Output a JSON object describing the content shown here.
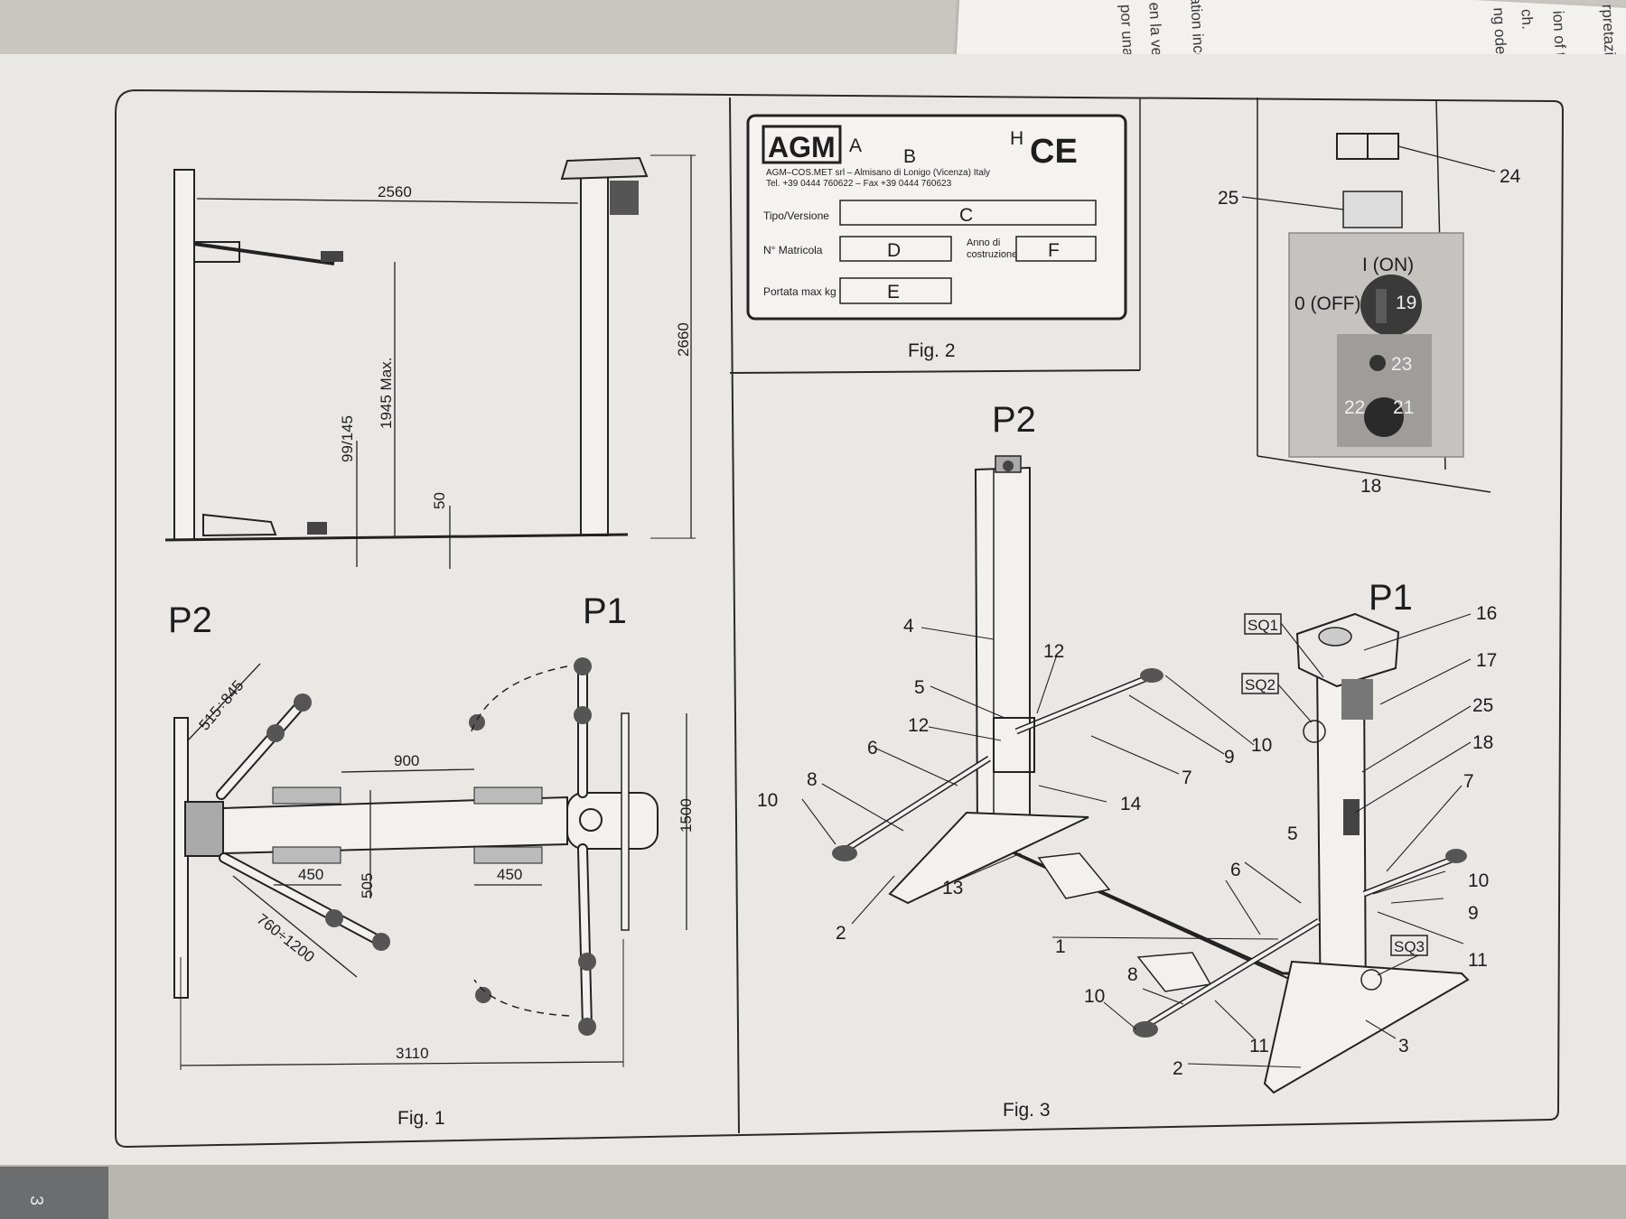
{
  "prev_page_lines": [
    "rpretazione del",
    "ion of the transl",
    "ch.",
    "ng oder falsche",
    "tation incorre",
    "en la version",
    "ó por una interp"
  ],
  "page_number": "3",
  "fig1": {
    "caption": "Fig. 1",
    "side": {
      "d2560": "2560",
      "d2660": "2660",
      "d1945": "1945 Max.",
      "d99": "99/145",
      "d50": "50"
    },
    "top": {
      "p2": "P2",
      "p1": "P1",
      "d515": "515÷845",
      "d900": "900",
      "d450a": "450",
      "d450b": "450",
      "d505": "505",
      "d1500": "1500",
      "d760": "760÷1200",
      "d3110": "3110"
    }
  },
  "fig2": {
    "caption": "Fig. 2",
    "brand": "AGM",
    "letters": {
      "a": "A",
      "b": "B",
      "h": "H",
      "c": "C",
      "d": "D",
      "e": "E",
      "f": "F"
    },
    "ce": "CE",
    "company": "AGM–COS.MET srl – Almisano di Lonigo (Vicenza) Italy",
    "contact": "Tel. +39 0444 760622 – Fax +39 0444 760623",
    "tipo": "Tipo/Versione",
    "matricola": "N° Matricola",
    "anno1": "Anno di",
    "anno2": "costruzione",
    "portata": "Portata max kg"
  },
  "panel": {
    "on": "I (ON)",
    "off": "0 (OFF)",
    "n19": "19",
    "n23": "23",
    "n22": "22",
    "n21": "21",
    "n18": "18",
    "n24": "24",
    "n25": "25"
  },
  "fig3": {
    "caption": "Fig. 3",
    "p2": "P2",
    "p1": "P1",
    "sq1": "SQ1",
    "sq2": "SQ2",
    "sq3": "SQ3",
    "callouts": {
      "c4": "4",
      "c5a": "5",
      "c12a": "12",
      "c12b": "12",
      "c6a": "6",
      "c8a": "8",
      "c10a": "10",
      "c2a": "2",
      "c13": "13",
      "c14": "14",
      "c7a": "7",
      "c9a": "9",
      "c10b": "10",
      "c16": "16",
      "c17": "17",
      "c25": "25",
      "c18": "18",
      "c7b": "7",
      "c5b": "5",
      "c6b": "6",
      "c1": "1",
      "c10c": "10",
      "c9b": "9",
      "c11a": "11",
      "c8b": "8",
      "c10d": "10",
      "c11b": "11",
      "c2b": "2",
      "c3": "3"
    }
  }
}
